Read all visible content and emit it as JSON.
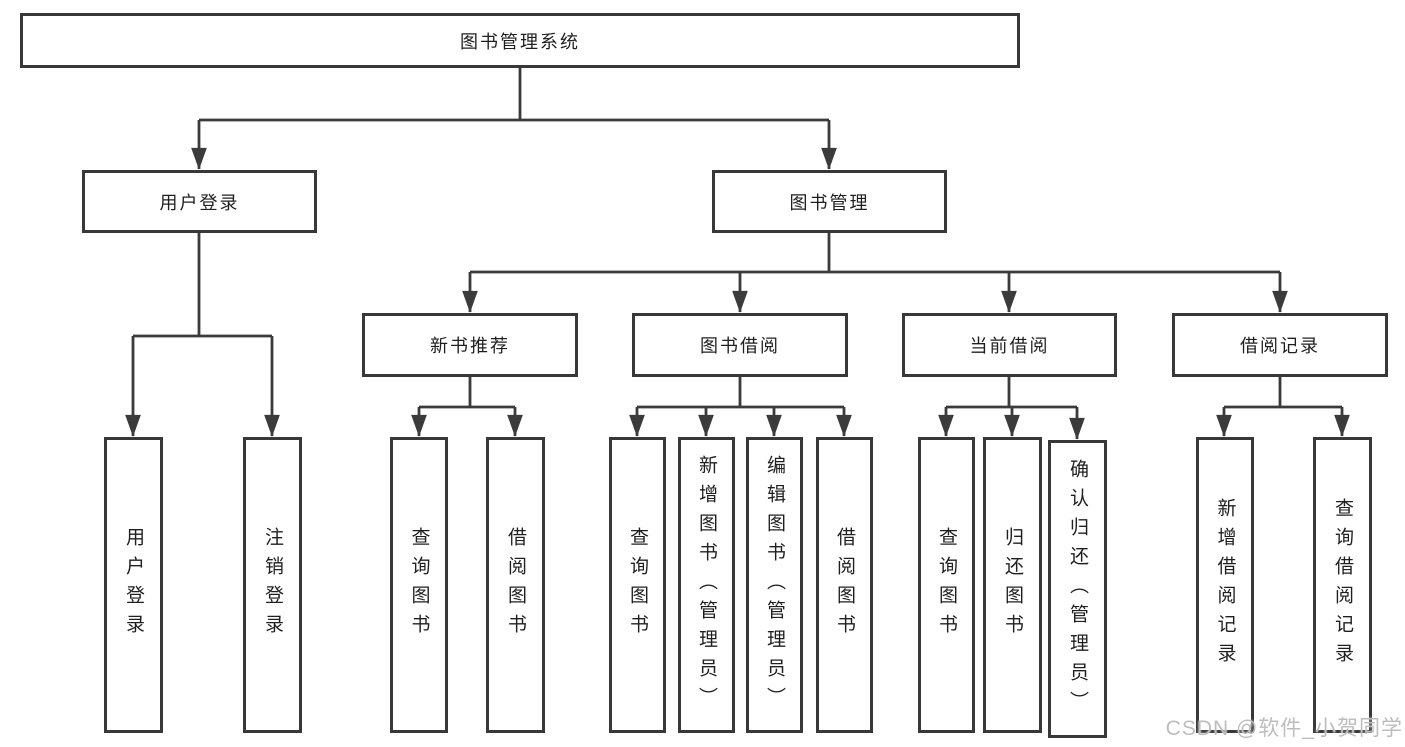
{
  "diagram_title": "图书管理系统",
  "nodes": {
    "root": "图书管理系统",
    "user_login": "用户登录",
    "book_management": "图书管理",
    "new_book_recommend": "新书推荐",
    "book_borrowing": "图书借阅",
    "current_borrowing": "当前借阅",
    "borrowing_records": "借阅记录",
    "user_login_leaf": "用户登录",
    "logout_leaf": "注销登录",
    "recommend_query_books": "查询图书",
    "recommend_borrow_books": "借阅图书",
    "borrowing_query_books": "查询图书",
    "borrowing_add_books": "新增图书（管理员）",
    "borrowing_edit_books": "编辑图书（管理员）",
    "borrowing_borrow_books": "借阅图书",
    "current_query_books": "查询图书",
    "current_return_books": "归还图书",
    "current_confirm_return": "确认归还（管理员）",
    "records_add_record": "新增借阅记录",
    "records_query_record": "查询借阅记录"
  },
  "hierarchy": {
    "root": "图书管理系统",
    "children": [
      {
        "label": "用户登录",
        "children": [
          "用户登录",
          "注销登录"
        ]
      },
      {
        "label": "图书管理",
        "children": [
          {
            "label": "新书推荐",
            "children": [
              "查询图书",
              "借阅图书"
            ]
          },
          {
            "label": "图书借阅",
            "children": [
              "查询图书",
              "新增图书（管理员）",
              "编辑图书（管理员）",
              "借阅图书"
            ]
          },
          {
            "label": "当前借阅",
            "children": [
              "查询图书",
              "归还图书",
              "确认归还（管理员）"
            ]
          },
          {
            "label": "借阅记录",
            "children": [
              "新增借阅记录",
              "查询借阅记录"
            ]
          }
        ]
      }
    ]
  },
  "watermark": "CSDN @软件_小贺同学",
  "colors": {
    "line": "#3b3b3b",
    "box_border": "#383838",
    "text": "#1f1f1f",
    "watermark": "#bdbdbd",
    "background": "#ffffff"
  }
}
